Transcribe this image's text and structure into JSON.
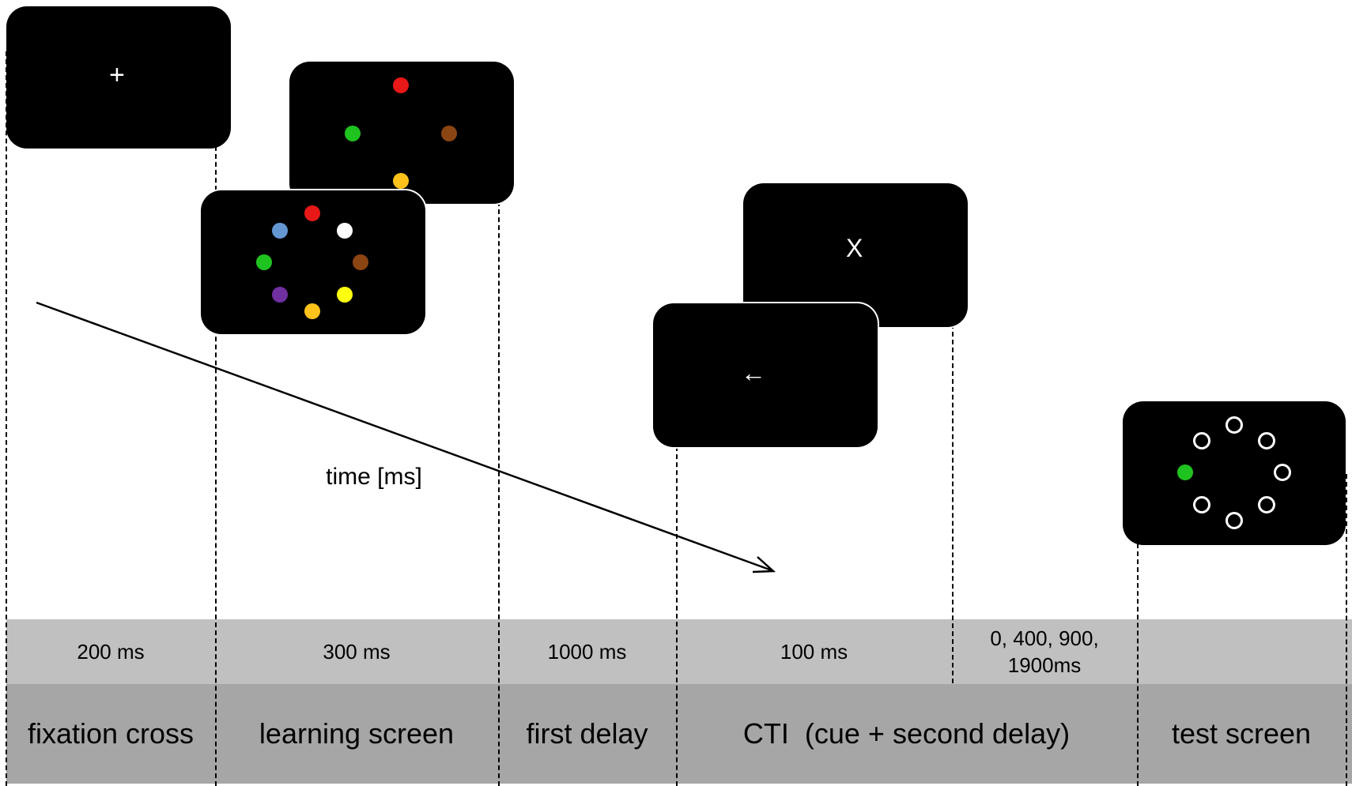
{
  "screens": {
    "fixation": {
      "symbol": "+"
    },
    "cue_x": {
      "symbol": "X"
    },
    "cue_arrow": {
      "symbol": "←"
    }
  },
  "arrow_label": "time [ms]",
  "durations": [
    "200 ms",
    "300 ms",
    "1000 ms",
    "100 ms",
    "0, 400, 900,\n1900ms",
    ""
  ],
  "phases": [
    "fixation cross",
    "learning screen",
    "first delay",
    "CTI  (cue + second delay)",
    "test screen"
  ],
  "colors": {
    "red": "#e81818",
    "green": "#1fc31f",
    "brown": "#8b4513",
    "orange": "#ffc21a",
    "blue": "#6497d2",
    "white": "#ffffff",
    "purple": "#7030a0",
    "yellow": "#ffff10",
    "duration_band": "#c0c0c0",
    "phase_band": "#a6a6a6"
  }
}
